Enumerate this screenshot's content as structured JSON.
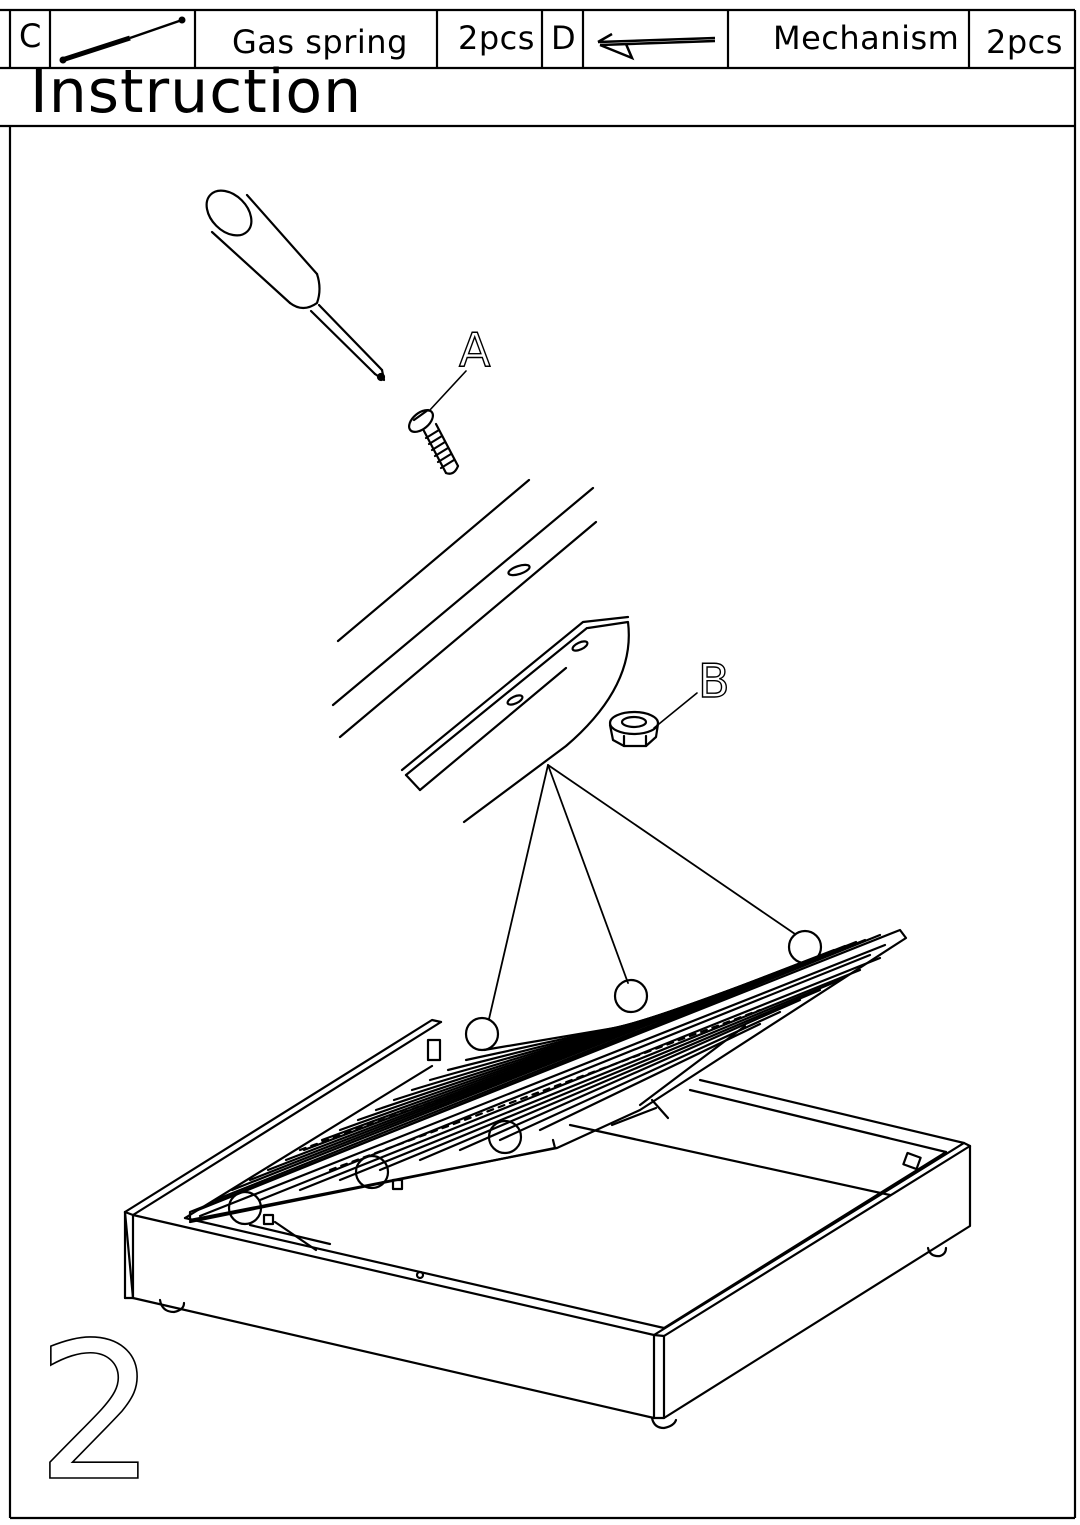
{
  "parts": [
    {
      "code": "C",
      "name": "Gas spring",
      "qty": "2pcs",
      "icon": "gas-spring-icon"
    },
    {
      "code": "D",
      "name": "Mechanism",
      "qty": "2pcs",
      "icon": "mechanism-icon"
    }
  ],
  "section_title": "Instruction",
  "callouts": {
    "screw": "A",
    "nut": "B"
  },
  "step_number": "2"
}
